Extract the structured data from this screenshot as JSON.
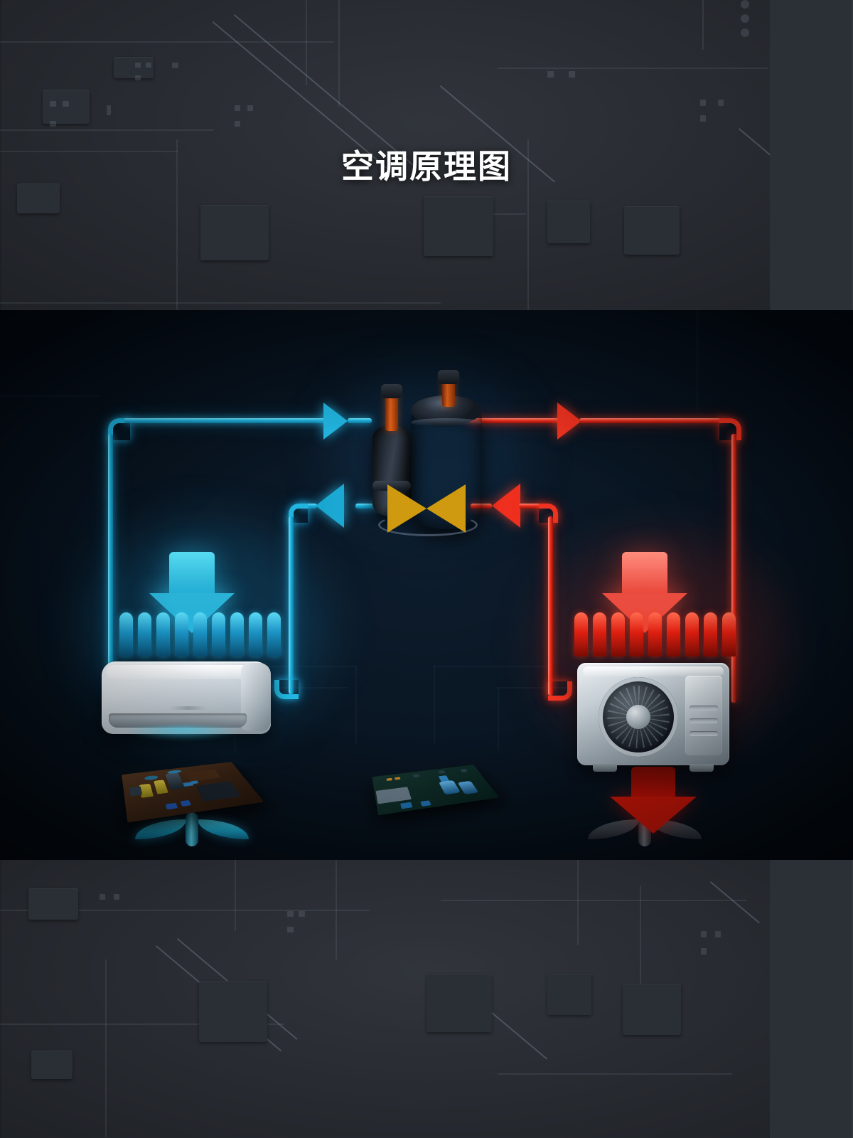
{
  "page": {
    "title": "空调原理图",
    "background_color": "#262a31",
    "stage_background": "#081420"
  },
  "colors": {
    "cool_cyan": "#22b6e0",
    "cool_cyan_light": "#7ae6ff",
    "hot_red": "#f03322",
    "hot_red_light": "#ff8f78",
    "valve_yellow": "#cf9a0f",
    "copper_orange": "#e2621a",
    "title_text": "#ffffff"
  },
  "diagram": {
    "name": "air-conditioner-principle-diagram",
    "cool_side": {
      "label_key": "indoor-cooling-side",
      "fan": {
        "name": "indoor-fan",
        "blade_count": 2,
        "color": "#19a7cf"
      },
      "airflow_arrow": {
        "name": "indoor-airflow-arrow",
        "direction": "down",
        "color": "#2ab2d7"
      },
      "coil_fins": {
        "name": "indoor-evaporator-fins",
        "count": 9,
        "color": "#1b93c4"
      },
      "unit": {
        "name": "indoor-split-unit",
        "type": "wall-mounted-split",
        "color": "#dfe5ea"
      },
      "pcb": {
        "name": "indoor-control-board",
        "board_color": "#3a2415",
        "capacitor_color": "#d9c233"
      }
    },
    "hot_side": {
      "label_key": "outdoor-heating-side",
      "fan": {
        "name": "outdoor-fan",
        "blade_count": 2,
        "color": "#343a43"
      },
      "airflow_arrow": {
        "name": "outdoor-airflow-arrow",
        "direction": "down",
        "color": "#ea4d3f"
      },
      "coil_fins": {
        "name": "outdoor-condenser-fins",
        "count": 9,
        "color": "#df1f10"
      },
      "unit": {
        "name": "outdoor-condenser-unit",
        "type": "condenser",
        "color": "#cdd5db"
      },
      "exhaust_arrow": {
        "name": "outdoor-exhaust-arrow",
        "direction": "down",
        "color": "#c41508"
      }
    },
    "center": {
      "compressor": {
        "name": "compressor",
        "color": "#2e3743",
        "ports": 2,
        "port_color": "#e2621a"
      },
      "accumulator": {
        "name": "accumulator",
        "color": "#222a34"
      },
      "valve": {
        "name": "four-way-valve",
        "shape": "bowtie",
        "color": "#cf9a0f"
      },
      "pcb": {
        "name": "main-control-board",
        "board_color": "#0e2a26",
        "capacitor_color": "#2f86c4"
      }
    },
    "flow_arrows": [
      {
        "name": "flow-arrow-cool-to-compressor",
        "direction": "right",
        "color": "#22b6e0"
      },
      {
        "name": "flow-arrow-compressor-to-cool",
        "direction": "left",
        "color": "#1ba8d2"
      },
      {
        "name": "flow-arrow-compressor-to-hot",
        "direction": "right",
        "color": "#f03322"
      },
      {
        "name": "flow-arrow-hot-to-compressor",
        "direction": "left",
        "color": "#f0301f"
      }
    ],
    "pipes": [
      {
        "name": "cool-suction-pipe",
        "color": "#22b6e0"
      },
      {
        "name": "cool-return-pipe",
        "color": "#22b6e0"
      },
      {
        "name": "hot-discharge-pipe",
        "color": "#f03322"
      },
      {
        "name": "hot-return-pipe",
        "color": "#f03322"
      }
    ]
  }
}
